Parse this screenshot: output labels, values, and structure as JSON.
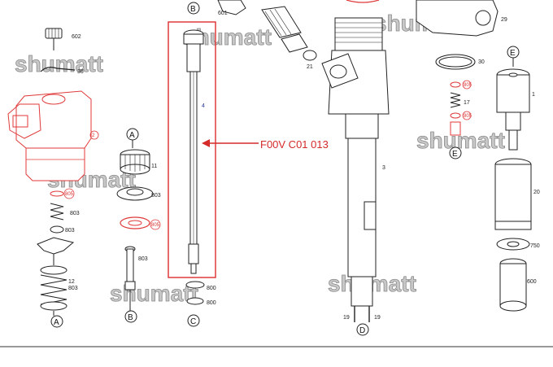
{
  "callout": {
    "text": "F00V C01 013",
    "color": "#d42a2a"
  },
  "watermark": {
    "text": "shumatt"
  },
  "circle_letters": {
    "a_top": "A",
    "a_bottom": "A",
    "b_top": "B",
    "b_bottom": "B",
    "c_bottom": "C",
    "d_bottom": "D",
    "e_top": "E",
    "e_mid": "E"
  },
  "part_labels": {
    "p602": "602",
    "p4": "4",
    "p3": "3",
    "p1": "1",
    "p2": "2",
    "p11": "11",
    "p20": "20",
    "p21": "21",
    "p29": "29",
    "p30": "30",
    "p17": "17",
    "p19a": "19",
    "p19b": "19",
    "p601": "601",
    "p600": "600",
    "p750": "750",
    "p803a": "803",
    "p803b": "803",
    "p803c": "803",
    "p803d": "803",
    "p803e": "803",
    "p800a": "800",
    "p800b": "800",
    "p12": "12",
    "p36": "36",
    "r805a": "805",
    "r805b": "805",
    "r805c": "805",
    "r805d": "805",
    "r805e": "805"
  },
  "colors": {
    "highlight": "#e03a3a",
    "line": "#222222",
    "watermark": "#c8c8c8"
  }
}
